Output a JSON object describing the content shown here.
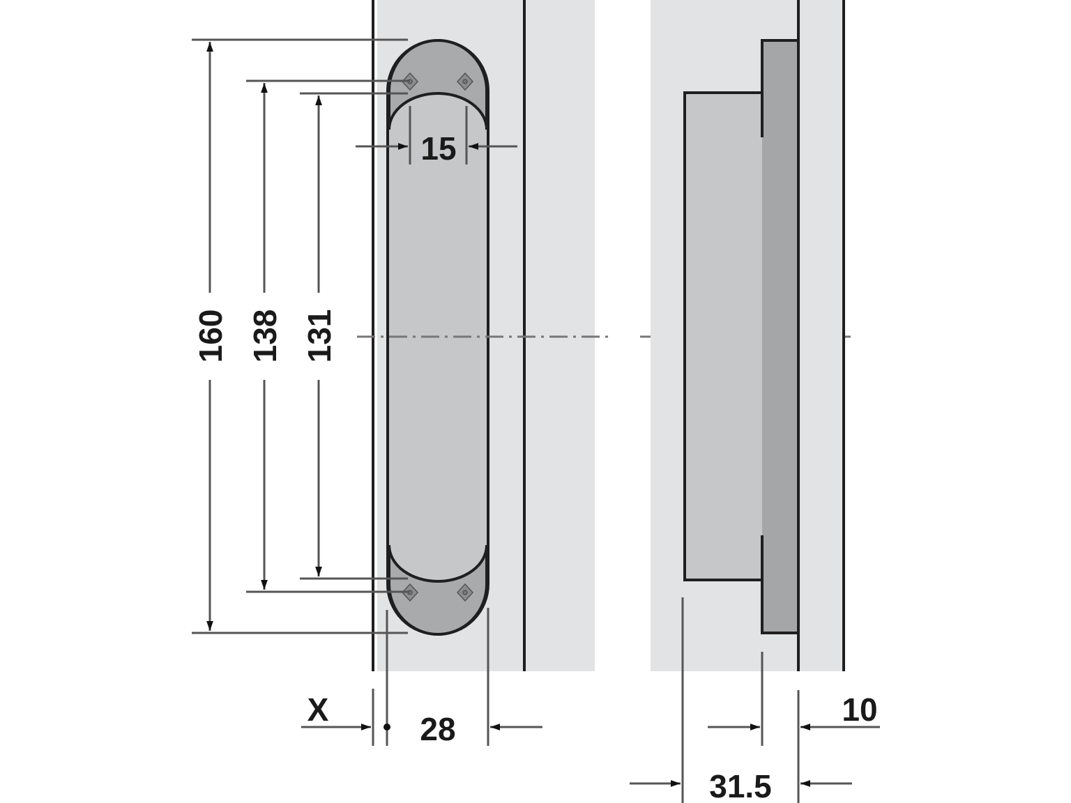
{
  "diagram": {
    "type": "technical-drawing",
    "subject": "concealed hinge, front view and side section",
    "colors": {
      "background": "#ffffff",
      "panel_fill": "#e2e3e4",
      "hinge_body": "#c6c7c9",
      "hinge_cap": "#a9aaac",
      "plate": "#a5a6a8",
      "line": "#1f1f1f",
      "dim_line": "#555555"
    },
    "front_view": {
      "dimensions": {
        "overall_length": "160",
        "screw_spacing": "138",
        "body_length": "131",
        "inner_width": "15",
        "body_width": "28",
        "offset": "X"
      }
    },
    "side_view": {
      "dimensions": {
        "depth": "31.5",
        "plate_thickness": "10"
      }
    }
  }
}
